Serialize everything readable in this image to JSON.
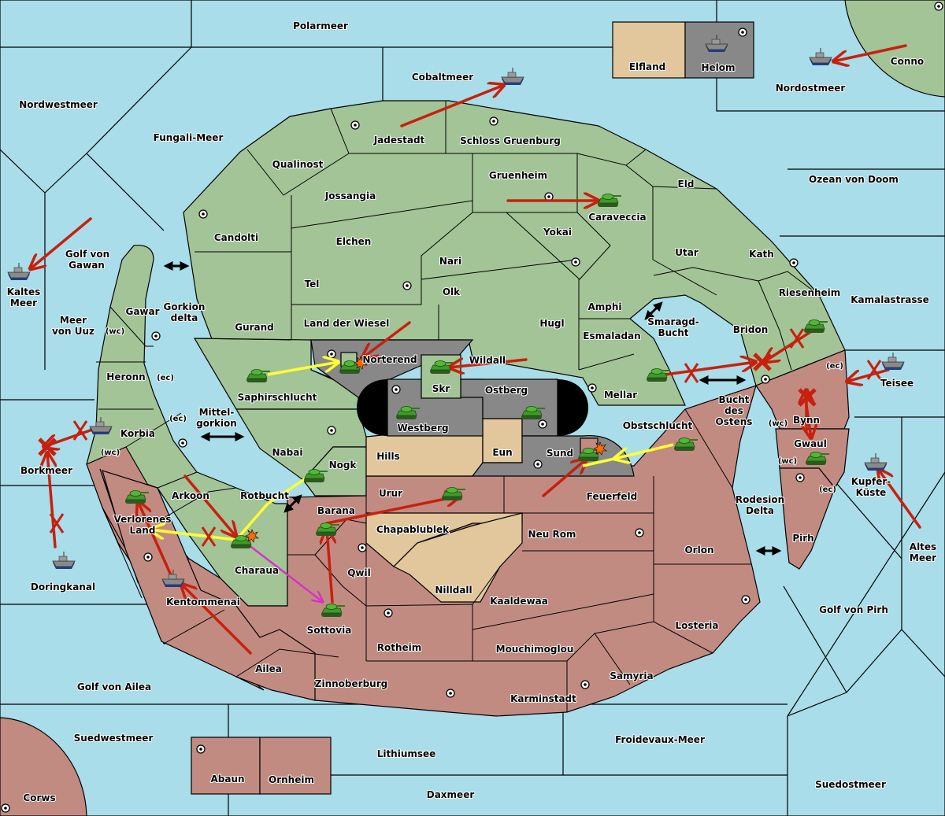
{
  "map": {
    "title": "Diplomacy-style game board",
    "colors": {
      "sea": "#a8dde9",
      "green_power": "#a3c497",
      "red_power": "#c28b82",
      "neutral": "#e2c69c",
      "impassable": "#888888",
      "move_order": "#c8200e",
      "support_order": "#ffff33",
      "convoy_order": "#d633c4"
    },
    "sea_labels": {
      "polarmeer": "Polarmeer",
      "cobaltmeer": "Cobaltmeer",
      "nordwestmeer": "Nordwestmeer",
      "fungali": "Fungali-Meer",
      "nordostmeer": "Nordostmeer",
      "ozean": "Ozean von Doom",
      "golf_gawan_1": "Golf von",
      "golf_gawan_2": "Gawan",
      "kaltes_1": "Kaltes",
      "kaltes_2": "Meer",
      "uuz_1": "Meer",
      "uuz_2": "von Uuz",
      "gorkion_1": "Gorkion",
      "gorkion_2": "delta",
      "mittel_1": "Mittel-",
      "mittel_2": "gorkion",
      "borkmeer": "Borkmeer",
      "doringkanal": "Doringkanal",
      "kamala": "Kamalastrasse",
      "smaragd_1": "Smaragd-",
      "smaragd_2": "Bucht",
      "bucht_1": "Bucht",
      "bucht_2": "des",
      "bucht_3": "Ostens",
      "teisee": "Teisee",
      "kupfer_1": "Kupfer-",
      "kupfer_2": "Küste",
      "rodesion_1": "Rodesion",
      "rodesion_2": "Delta",
      "altes_1": "Altes",
      "altes_2": "Meer",
      "golf_pirh": "Golf von Pirh",
      "golf_ailea": "Golf von Ailea",
      "suedwestmeer": "Suedwestmeer",
      "lithiumsee": "Lithiumsee",
      "froidevaux": "Froidevaux-Meer",
      "daxmeer": "Daxmeer",
      "suedostmeer": "Suedostmeer",
      "rotbucht": "Rotbucht"
    },
    "land_labels": {
      "elfland": "Elfland",
      "helom": "Helom",
      "conno": "Conno",
      "jadestadt": "Jadestadt",
      "schloss": "Schloss Gruenburg",
      "qualinost": "Qualinost",
      "jossangia": "Jossangia",
      "gruenheim": "Gruenheim",
      "caraveccia": "Caraveccia",
      "eld": "Eld",
      "candolti": "Candolti",
      "elchen": "Elchen",
      "yokai": "Yokai",
      "nari": "Nari",
      "tel": "Tel",
      "olk": "Olk",
      "utar": "Utar",
      "kath": "Kath",
      "riesenheim": "Riesenheim",
      "gawar": "Gawar",
      "gurand": "Gurand",
      "wiesel": "Land der Wiesel",
      "hugl": "Hugl",
      "amphi": "Amphi",
      "esmaladan": "Esmaladan",
      "bridon": "Bridon",
      "norterend": "Norterend",
      "wildall": "Wildall",
      "skr": "Skr",
      "heronn": "Heronn",
      "saphir": "Saphirschlucht",
      "ostberg": "Ostberg",
      "mellar": "Mellar",
      "korbia": "Korbia",
      "westberg": "Westberg",
      "obst": "Obstschlucht",
      "bynn": "Bynn",
      "nabai": "Nabai",
      "hills": "Hills",
      "eun": "Eun",
      "sund": "Sund",
      "gwaul": "Gwaul",
      "nogk": "Nogk",
      "arkoon": "Arkoon",
      "urur": "Urur",
      "feuerfeld": "Feuerfeld",
      "verlorenes_1": "Verlorenes",
      "verlorenes_2": "Land",
      "barana": "Barana",
      "chapa": "Chapablublek",
      "neurom": "Neu Rom",
      "orlon": "Orlon",
      "pirh": "Pirh",
      "charaua": "Charaua",
      "qwil": "Qwil",
      "nilldall": "Nilldall",
      "kentommenai": "Kentommenai",
      "kaaldewaa": "Kaaldewaa",
      "losteria": "Losteria",
      "sottovia": "Sottovia",
      "rotheim": "Rotheim",
      "mouchi": "Mouchimoglou",
      "ailea": "Ailea",
      "samyria": "Samyria",
      "zinnoberburg": "Zinnoberburg",
      "karminstadt": "Karminstadt",
      "abaun": "Abaun",
      "ornheim": "Ornheim",
      "corws": "Corws"
    },
    "coast_tags": {
      "wc": "(wc)",
      "ec": "(ec)"
    },
    "units": {
      "tank": "tank-unit",
      "ship": "fleet-unit"
    }
  }
}
